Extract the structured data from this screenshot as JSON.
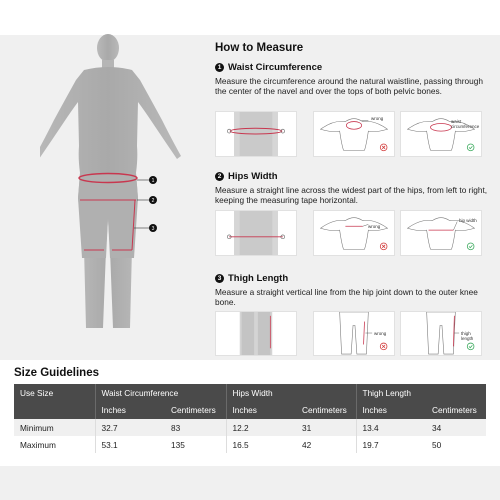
{
  "measure_title": "How to Measure",
  "figure": {
    "marker_labels": [
      "1",
      "2",
      "3"
    ]
  },
  "steps": [
    {
      "number": "1",
      "heading": "Waist Circumference",
      "description": "Measure the circumference around the natural waistline, passing through the center of the navel and over the tops of both pelvic bones.",
      "labels": [
        "wrong",
        "waist circumference"
      ]
    },
    {
      "number": "2",
      "heading": "Hips Width",
      "description": "Measure a straight line across the widest part of the hips, from left to right, keeping the measuring tape horizontal.",
      "labels": [
        "wrong",
        "hip width"
      ]
    },
    {
      "number": "3",
      "heading": "Thigh Length",
      "description": "Measure a straight vertical line from the hip joint down to the outer knee bone.",
      "labels": [
        "wrong",
        "thigh length"
      ]
    }
  ],
  "size_title": "Size Guidelines",
  "table": {
    "use_size_header": "Use Size",
    "groups": [
      "Waist Circumference",
      "Hips Width",
      "Thigh Length"
    ],
    "sub_headers": [
      "Inches",
      "Centimeters"
    ],
    "rows": [
      {
        "label": "Minimum",
        "values": [
          "32.7",
          "83",
          "12.2",
          "31",
          "13.4",
          "34"
        ]
      },
      {
        "label": "Maximum",
        "values": [
          "53.1",
          "135",
          "16.5",
          "42",
          "19.7",
          "50"
        ]
      }
    ]
  },
  "colors": {
    "accent": "#c8374f",
    "correct": "#3aaa5c",
    "wrong": "#d23a3a",
    "header_bg": "#4a4a4a",
    "panel_bg": "#f0f0f0"
  }
}
